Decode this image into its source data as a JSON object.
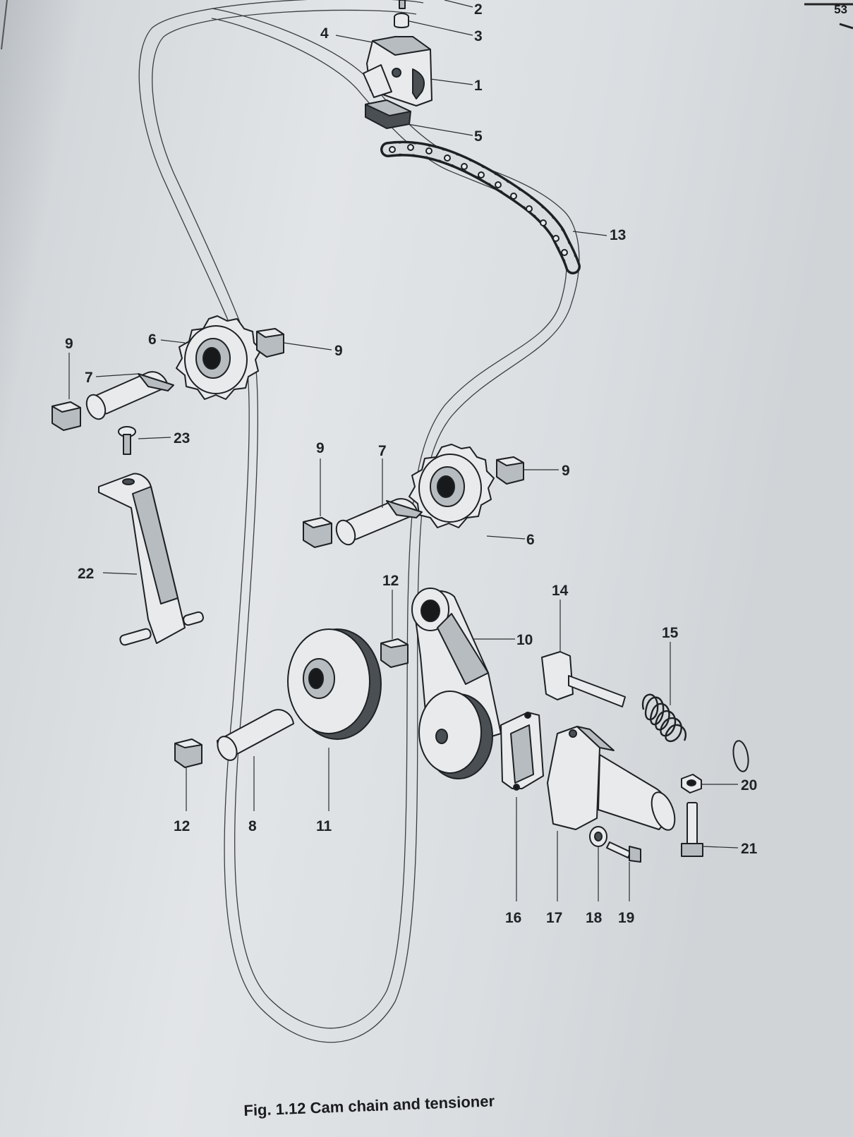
{
  "page_number": "53",
  "caption": "Fig. 1.12 Cam chain and tensioner",
  "callouts": [
    "2",
    "3",
    "4",
    "1",
    "5",
    "13",
    "9",
    "6",
    "9",
    "7",
    "23",
    "9",
    "7",
    "9",
    "6",
    "22",
    "12",
    "14",
    "10",
    "15",
    "20",
    "21",
    "12",
    "8",
    "11",
    "16",
    "17",
    "18",
    "19"
  ]
}
